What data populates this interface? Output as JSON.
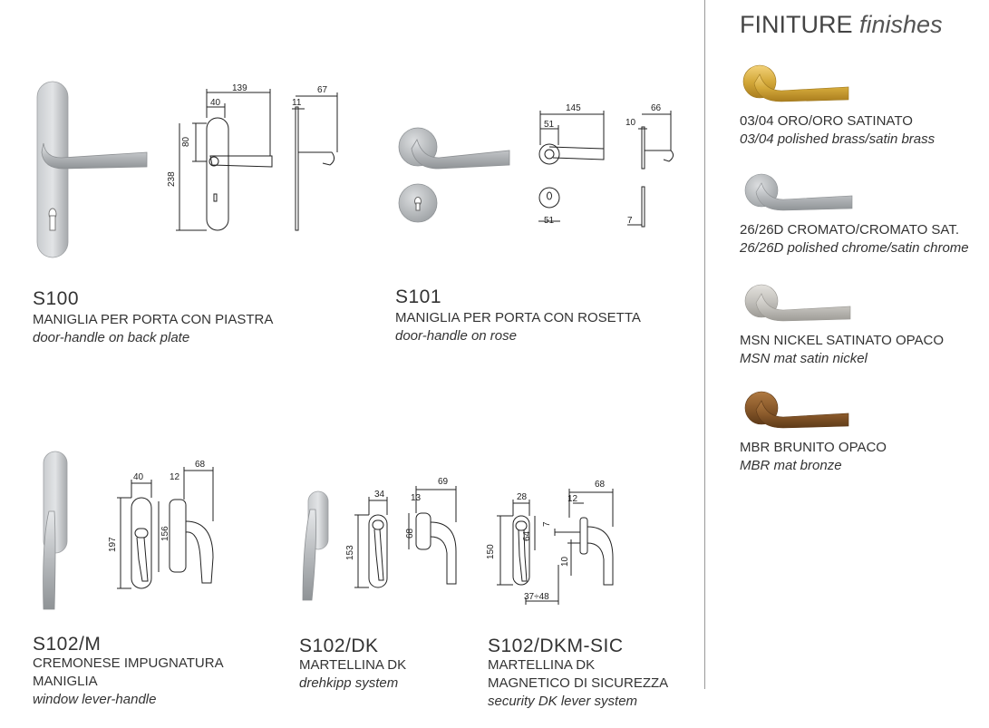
{
  "products": [
    {
      "code": "S100",
      "it": "MANIGLIA PER PORTA CON PIASTRA",
      "en": "door-handle on back plate",
      "dims": [
        "139",
        "40",
        "67",
        "11",
        "80",
        "238"
      ]
    },
    {
      "code": "S101",
      "it": "MANIGLIA PER PORTA CON ROSETTA",
      "en": "door-handle on rose",
      "dims": [
        "145",
        "51",
        "66",
        "10",
        "51",
        "7"
      ]
    },
    {
      "code": "S102/M",
      "it1": "CREMONESE IMPUGNATURA",
      "it2": "MANIGLIA",
      "en": "window lever-handle",
      "dims": [
        "40",
        "68",
        "12",
        "197",
        "156"
      ]
    },
    {
      "code": "S102/DK",
      "it": "MARTELLINA DK",
      "en": "drehkipp system",
      "dims": [
        "34",
        "69",
        "13",
        "153",
        "68"
      ]
    },
    {
      "code": "S102/DKM-SIC",
      "it1": "MARTELLINA DK",
      "it2": "MAGNETICO DI SICUREZZA",
      "en": "security DK lever system",
      "dims": [
        "28",
        "12",
        "68",
        "7",
        "150",
        "64",
        "10",
        "37÷48"
      ]
    }
  ],
  "finishes": {
    "title_it": "FINITURE",
    "title_en": "finishes",
    "items": [
      {
        "it": "03/04 ORO/ORO SATINATO",
        "en": "03/04 polished brass/satin brass",
        "color": "#d4a93a"
      },
      {
        "it": "26/26D CROMATO/CROMATO SAT.",
        "en": "26/26D polished chrome/satin chrome",
        "color": "#b9bcc0"
      },
      {
        "it": "MSN NICKEL SATINATO OPACO",
        "en": "MSN mat satin nickel",
        "color": "#c4c2bd"
      },
      {
        "it": "MBR BRUNITO OPACO",
        "en": "MBR mat bronze",
        "color": "#8a5a2b"
      }
    ]
  }
}
